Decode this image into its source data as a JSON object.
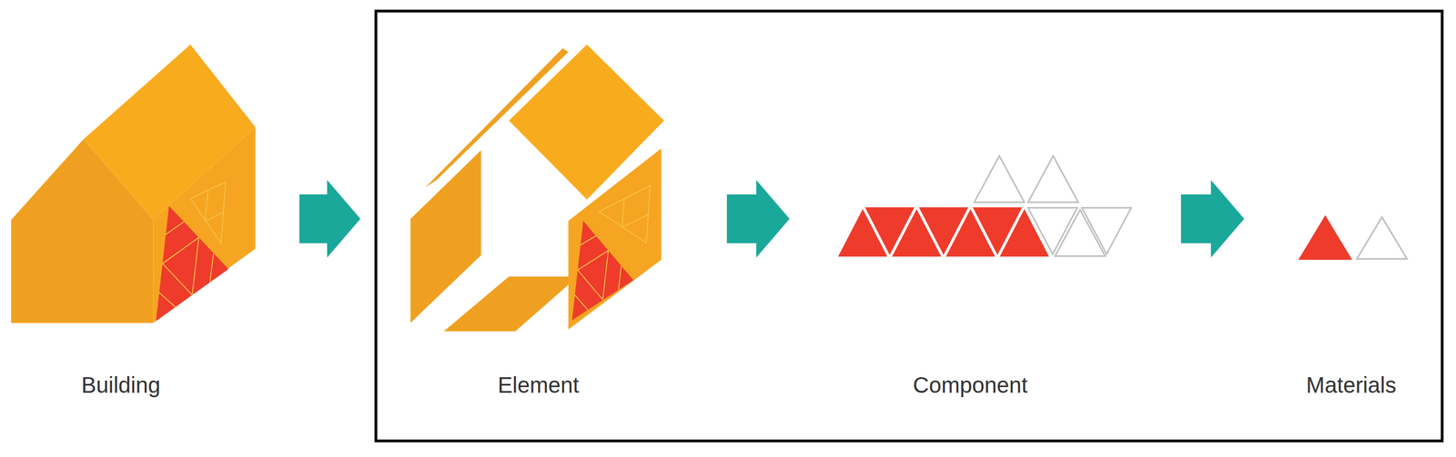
{
  "diagram": {
    "nodes": [
      {
        "text": [
          "Building"
        ]
      },
      {
        "text": [
          "Element"
        ]
      },
      {
        "text": [
          "Component"
        ]
      },
      {
        "text": [
          "Materials"
        ]
      }
    ],
    "edges": [
      {
        "from": 0,
        "to": 1,
        "arrow": "to"
      },
      {
        "from": 1,
        "to": 2,
        "arrow": "to"
      },
      {
        "from": 2,
        "to": 3,
        "arrow": "to"
      }
    ]
  }
}
